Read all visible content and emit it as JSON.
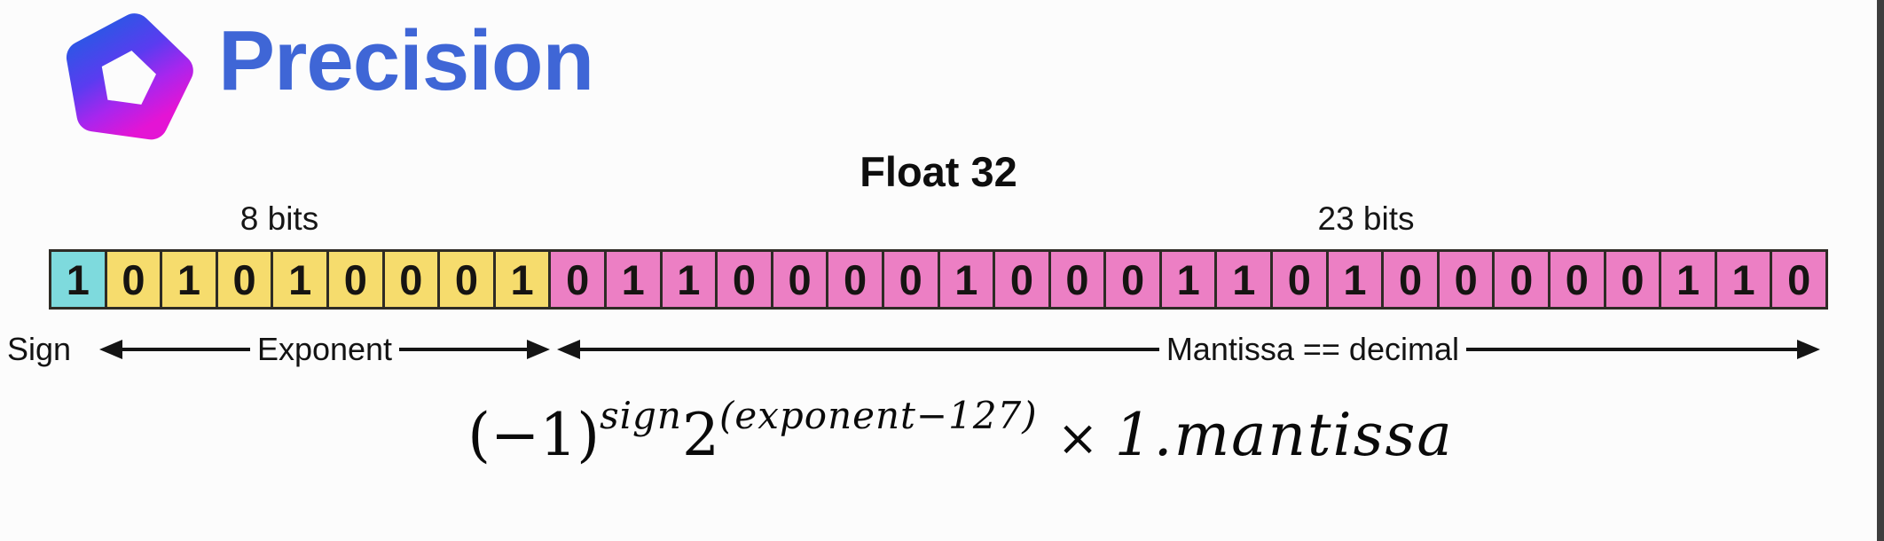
{
  "brand": {
    "name": "Precision",
    "color": "#3f66d6",
    "logo_gradient": [
      "#2f55e6",
      "#5a3cf0",
      "#a726ee",
      "#e414d4"
    ]
  },
  "diagram": {
    "title": "Float 32",
    "exponent_bits_label": "8 bits",
    "mantissa_bits_label": "23 bits",
    "sign_label": "Sign",
    "exponent_label": "Exponent",
    "mantissa_label": "Mantissa == decimal",
    "sections": [
      {
        "name": "sign",
        "color": "#7edadd",
        "bits": [
          "1"
        ]
      },
      {
        "name": "exponent",
        "color": "#f6dc6d",
        "bits": [
          "0",
          "1",
          "0",
          "1",
          "0",
          "0",
          "0",
          "1"
        ]
      },
      {
        "name": "mantissa",
        "color": "#ec7fc4",
        "bits": [
          "0",
          "1",
          "1",
          "0",
          "0",
          "0",
          "0",
          "1",
          "0",
          "0",
          "0",
          "1",
          "1",
          "0",
          "1",
          "0",
          "0",
          "0",
          "0",
          "0",
          "1",
          "1",
          "0"
        ]
      }
    ]
  },
  "formula": {
    "neg_base": "(−1)",
    "sign_sup": "sign",
    "two_base": "2",
    "exp_sup": "(exponent−127)",
    "times": "×",
    "mantissa_term": "1.mantissa"
  },
  "theme": {
    "background": "#fcfcfc",
    "cell_border": "#2e2b25",
    "text": "#121212",
    "edge_bar": "#3e3e3e"
  }
}
